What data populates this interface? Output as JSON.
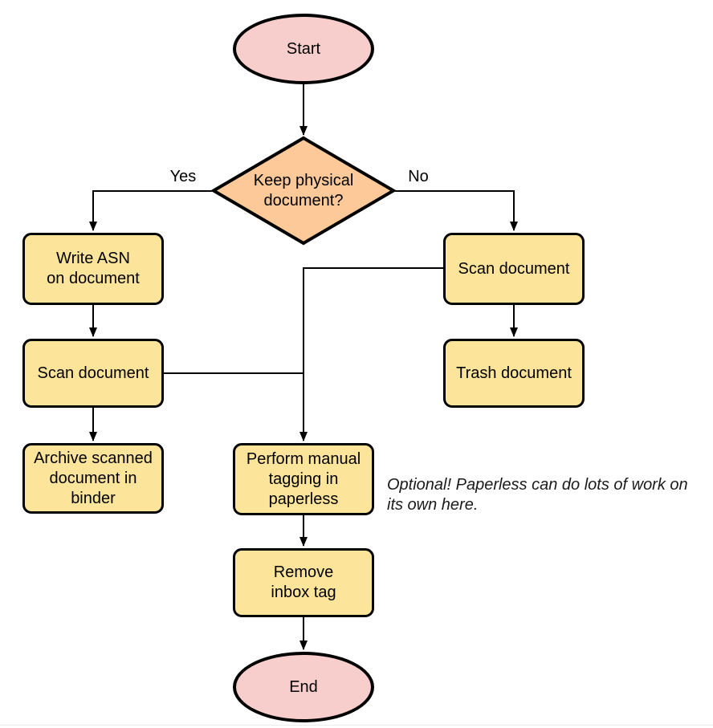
{
  "colors": {
    "terminal_fill": "#F8CECC",
    "decision_fill": "#FEC998",
    "process_fill": "#FCE49B",
    "stroke": "#000000",
    "note_text": "#1A1A1A",
    "page_divider": "#ECECEC"
  },
  "nodes": {
    "start": {
      "label": "Start"
    },
    "decision": {
      "label": "Keep physical\ndocument?"
    },
    "write_asn": {
      "label": "Write ASN\non document"
    },
    "scan_left": {
      "label": "Scan document"
    },
    "archive": {
      "label": "Archive scanned\ndocument in\nbinder"
    },
    "scan_right": {
      "label": "Scan document"
    },
    "trash": {
      "label": "Trash document"
    },
    "tagging": {
      "label": "Perform manual\ntagging in\npaperless"
    },
    "remove_inbox": {
      "label": "Remove\ninbox tag"
    },
    "end": {
      "label": "End"
    }
  },
  "edge_labels": {
    "yes": "Yes",
    "no": "No"
  },
  "note": {
    "text": "Optional! Paperless can do lots of work on\nits own here."
  }
}
